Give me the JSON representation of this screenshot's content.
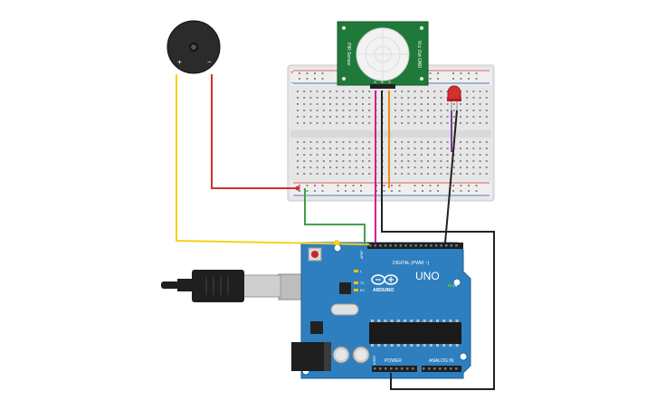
{
  "components": {
    "buzzer": {
      "plus_label": "+",
      "minus_label": "−"
    },
    "pir_sensor": {
      "left_text": "PIR Sensor",
      "right_text": "Vcc Out GND",
      "pins": [
        "G",
        "A",
        "O"
      ]
    },
    "led": {
      "color": "#d32f2f"
    },
    "breadboard": {
      "rail_plus": "+",
      "rail_minus": "−"
    },
    "arduino": {
      "board_name": "UNO",
      "brand": "ARDUINO",
      "digital_label": "DIGITAL (PWM ~)",
      "power_label": "POWER",
      "analog_label": "ANALOG IN",
      "on_label": "ON",
      "l_label": "L",
      "tx_label": "TX",
      "rx_label": "RX",
      "ioref_label": "IOREF",
      "aref_label": "AREF"
    }
  },
  "wire_colors": {
    "yellow": "#f5d21a",
    "red": "#d32f2f",
    "green": "#43a047",
    "magenta": "#d81b8f",
    "orange": "#ef8a18",
    "purple": "#7b3fa0",
    "black": "#222222"
  },
  "brand_colors": {
    "board": "#2e7fbf",
    "sensor_pcb": "#1f7a3a"
  }
}
